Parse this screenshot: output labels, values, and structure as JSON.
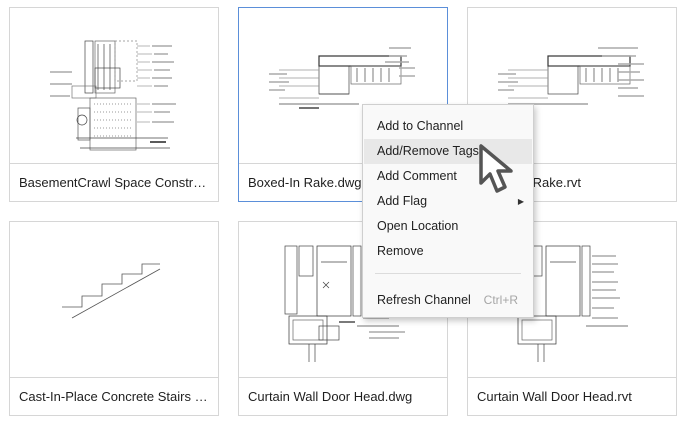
{
  "cards": [
    {
      "name": "BasementCrawl Space Construction.dwg"
    },
    {
      "name": "Boxed-In Rake.dwg"
    },
    {
      "name": "Boxed-In Rake.rvt"
    },
    {
      "name": "Cast-In-Place Concrete Stairs Elevation (T..."
    },
    {
      "name": "Curtain Wall Door Head.dwg"
    },
    {
      "name": "Curtain Wall Door Head.rvt"
    }
  ],
  "context_menu": {
    "items": [
      {
        "label": "Add to Channel"
      },
      {
        "label": "Add/Remove Tags"
      },
      {
        "label": "Add Comment"
      },
      {
        "label": "Add Flag",
        "submenu_arrow": "▶"
      },
      {
        "label": "Open Location"
      },
      {
        "label": "Remove"
      },
      {
        "label": "Refresh Channel",
        "shortcut": "Ctrl+R"
      }
    ]
  },
  "colors": {
    "selection_border": "#5b8fd9",
    "menu_background": "#f9f9f9",
    "menu_hover": "#e8e8e8",
    "card_border": "#d6d6d6"
  },
  "icons": {
    "cursor": "arrow-cursor-icon",
    "submenu": "chevron-right-icon"
  }
}
